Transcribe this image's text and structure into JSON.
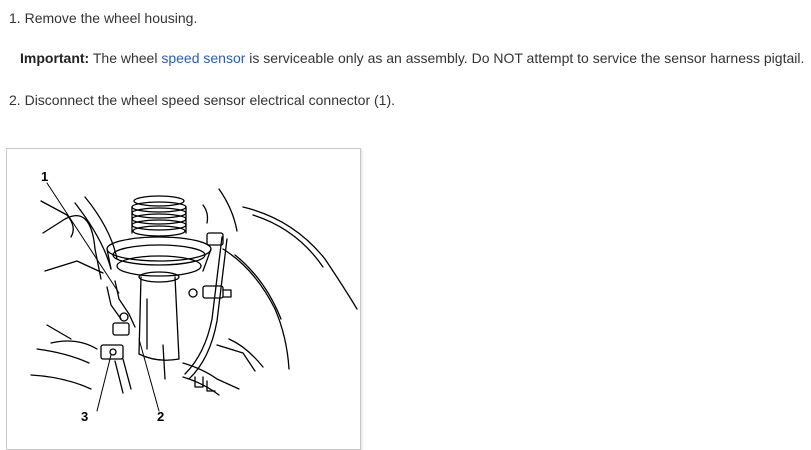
{
  "steps": [
    {
      "number": "1.",
      "text": "Remove the wheel housing."
    },
    {
      "number": "2.",
      "text": "Disconnect the wheel speed sensor electrical connector (1)."
    }
  ],
  "note": {
    "label": "Important:",
    "text_before": "The wheel",
    "link_text": "speed sensor",
    "text_after": "is serviceable only as an assembly. Do NOT attempt to service the sensor harness pigtail."
  },
  "figure": {
    "callouts": [
      "1",
      "2",
      "3"
    ]
  },
  "colors": {
    "text": "#333333",
    "link": "#2a5db0",
    "border": "#c9c9c9"
  }
}
